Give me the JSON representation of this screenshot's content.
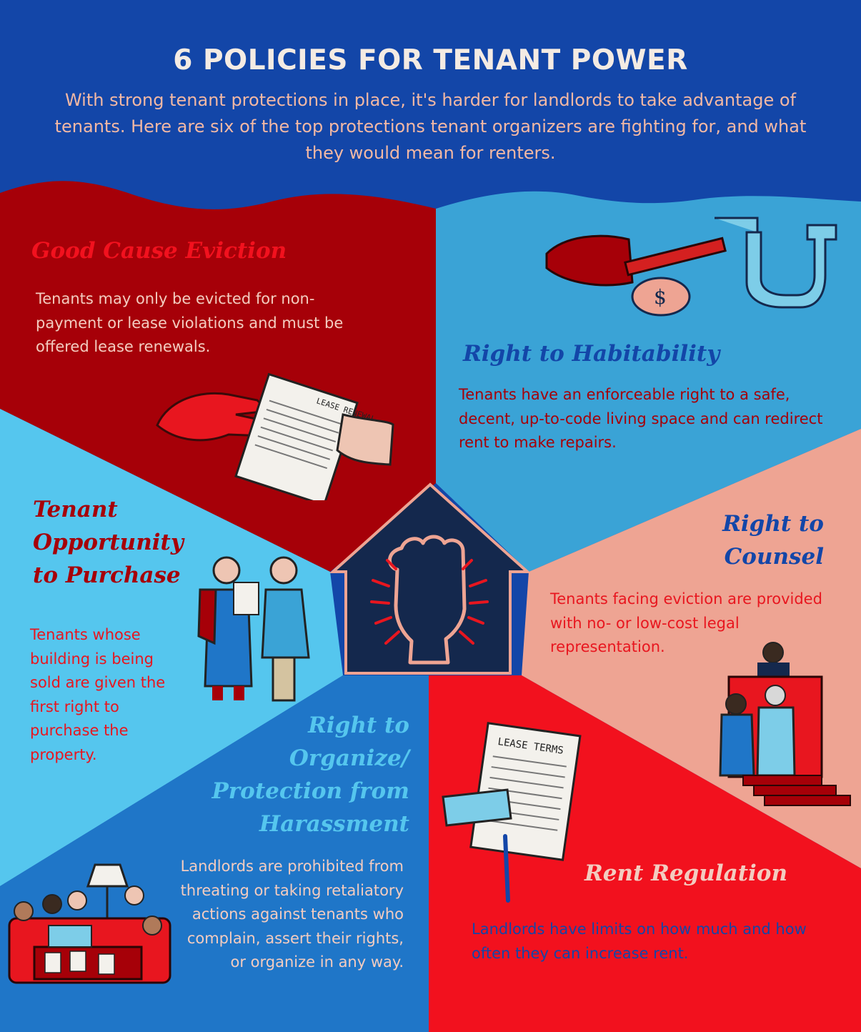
{
  "header": {
    "title": "6 POLICIES FOR TENANT POWER",
    "subtitle": "With strong tenant protections in place, it's harder for landlords to take advantage of tenants. Here are six of the top protections tenant organizers are fighting for, and what they would mean for renters."
  },
  "colors": {
    "navy_blue": "#1346a8",
    "dark_red": "#a60008",
    "mid_blue": "#3aa3d6",
    "sky_blue": "#55c6ee",
    "royal_blue": "#1f76c8",
    "bright_red": "#f2111e",
    "salmon": "#eea493",
    "house_navy": "#14284d"
  },
  "policies": [
    {
      "heading": "Good Cause Eviction",
      "body": "Tenants may only be evicted for non-payment or lease violations and must be offered lease renewals.",
      "icon": "lease-renewal-handoff-icon",
      "illustration_text": "LEASE RENEWAL"
    },
    {
      "heading": "Right to Habitability",
      "body": "Tenants have an enforceable right to a safe, decent, up-to-code living space and can redirect rent to make repairs.",
      "icon": "wrench-pipe-icon",
      "illustration_text": "$"
    },
    {
      "heading_lines": [
        "Tenant",
        "Opportunity",
        "to Purchase"
      ],
      "body": "Tenants whose building is being sold are given the first right to purchase the property.",
      "icon": "tenants-reading-document-icon"
    },
    {
      "heading_lines": [
        "Right to",
        "Counsel"
      ],
      "body": "Tenants facing eviction are provided with no- or low-cost legal representation.",
      "icon": "courtroom-icon"
    },
    {
      "heading_lines": [
        "Right to",
        "Organize/",
        "Protection from",
        "Harassment"
      ],
      "body": "Landlords are prohibited from threating or taking retaliatory actions against tenants who complain, assert their rights, or organize in any way.",
      "icon": "tenant-meeting-icon"
    },
    {
      "heading": "Rent Regulation",
      "body": "Landlords have limits on how much and how often they can increase rent.",
      "icon": "lease-terms-icon",
      "illustration_text": "LEASE TERMS"
    }
  ],
  "center_icon": "raised-fist-house-icon"
}
